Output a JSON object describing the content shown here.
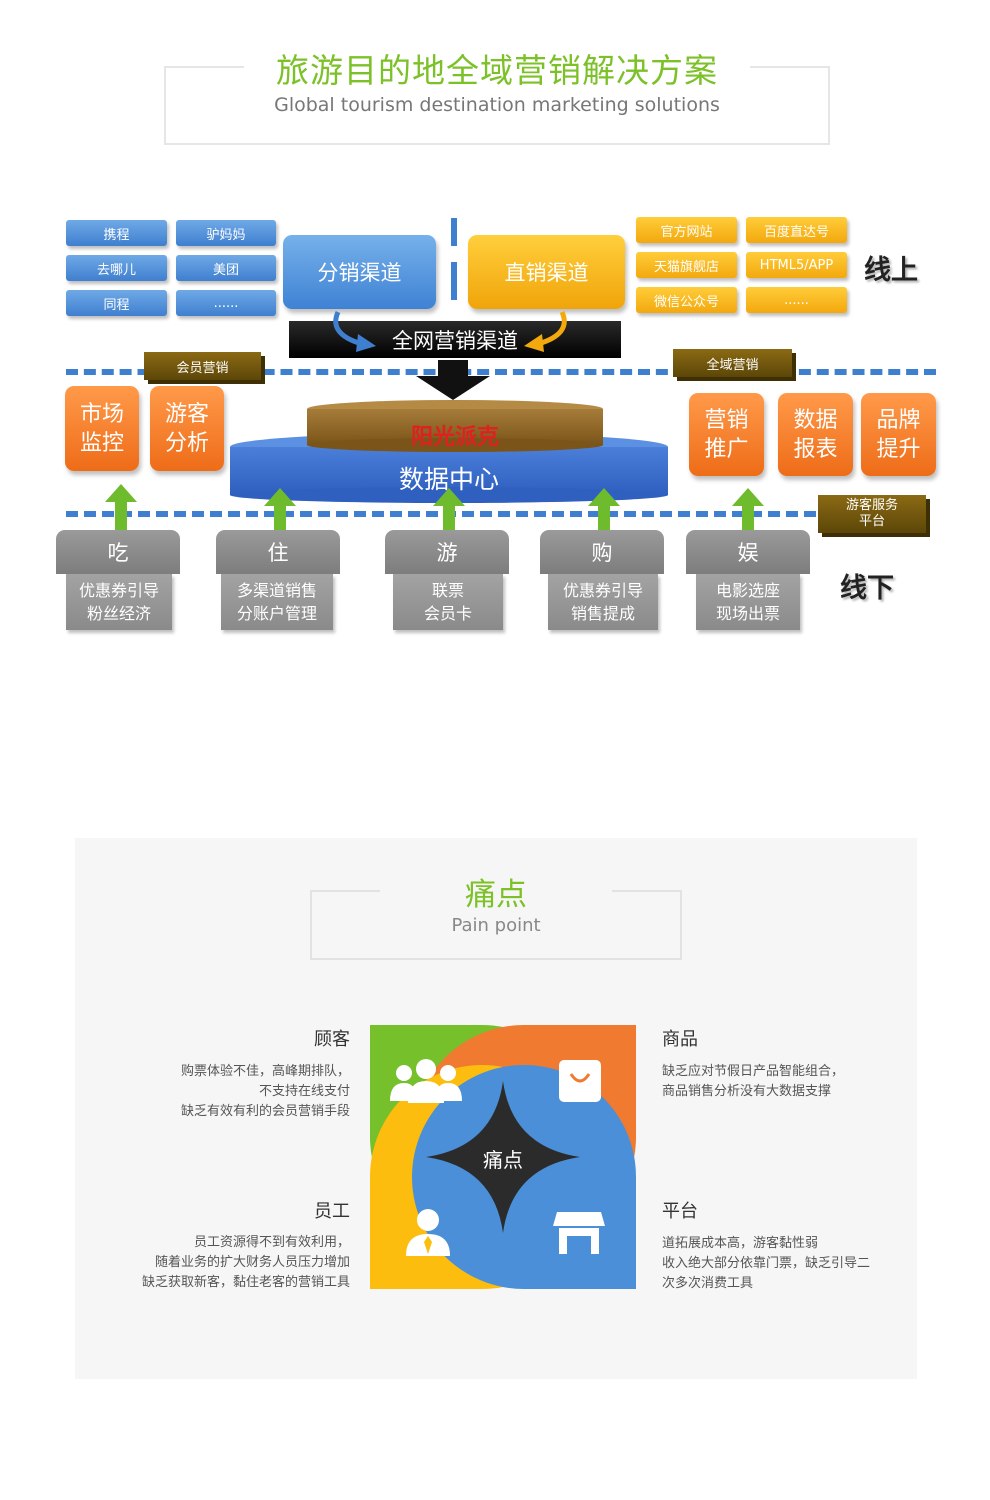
{
  "header": {
    "title": "旅游目的地全域营销解决方案",
    "subtitle": "Global tourism destination marketing solutions"
  },
  "diagram": {
    "left_channels": [
      "携程",
      "驴妈妈",
      "去哪儿",
      "美团",
      "同程",
      "......"
    ],
    "distribution": "分销渠道",
    "direct": "直销渠道",
    "right_channels": [
      "官方网站",
      "百度直达号",
      "天猫旗舰店",
      "HTML5/APP",
      "微信公众号",
      "......"
    ],
    "online_label": "线上",
    "offline_label": "线下",
    "network_bar": "全网营销渠道",
    "member_tag": "会员营销",
    "global_tag": "全域营销",
    "service_tag": "游客服务平台",
    "left_boxes": [
      "市场监控",
      "游客分析"
    ],
    "right_boxes": [
      "营销推广",
      "数据报表",
      "品牌提升"
    ],
    "brand": "阳光派克",
    "data_center": "数据中心",
    "bottom": [
      {
        "top": "吃",
        "bottom": [
          "优惠券引导",
          "粉丝经济"
        ]
      },
      {
        "top": "住",
        "bottom": [
          "多渠道销售",
          "分账户管理"
        ]
      },
      {
        "top": "游",
        "bottom": [
          "联票",
          "会员卡"
        ]
      },
      {
        "top": "购",
        "bottom": [
          "优惠券引导",
          "销售提成"
        ]
      },
      {
        "top": "娱",
        "bottom": [
          "电影选座",
          "现场出票"
        ]
      }
    ],
    "colors": {
      "blue": "#3f7fcf",
      "yellow": "#f3a80d",
      "orange": "#ee6c18",
      "gray": "#8a8a8a",
      "brown": "#8b5a1a",
      "green": "#7cc128"
    }
  },
  "pain": {
    "title": "痛点",
    "subtitle": "Pain point",
    "center": "痛点",
    "items": [
      {
        "head": "顾客",
        "lines": [
          "购票体验不佳，高峰期排队，",
          "不支持在线支付",
          "缺乏有效有利的会员营销手段"
        ],
        "icon": "people-icon",
        "color": "#76c12b"
      },
      {
        "head": "商品",
        "lines": [
          "缺乏应对节假日产品智能组合，",
          "商品销售分析没有大数据支撑"
        ],
        "icon": "shopping-bag-icon",
        "color": "#ef7a30"
      },
      {
        "head": "员工",
        "lines": [
          "员工资源得不到有效利用，",
          "随着业务的扩大财务人员压力增加",
          "缺乏获取新客，黏住老客的营销工具"
        ],
        "icon": "person-icon",
        "color": "#fdbd0f"
      },
      {
        "head": "平台",
        "lines": [
          "道拓展成本高，游客黏性弱",
          "收入绝大部分依靠门票，缺乏引导二",
          "次多次消费工具"
        ],
        "icon": "store-icon",
        "color": "#4a8fd8"
      }
    ]
  }
}
